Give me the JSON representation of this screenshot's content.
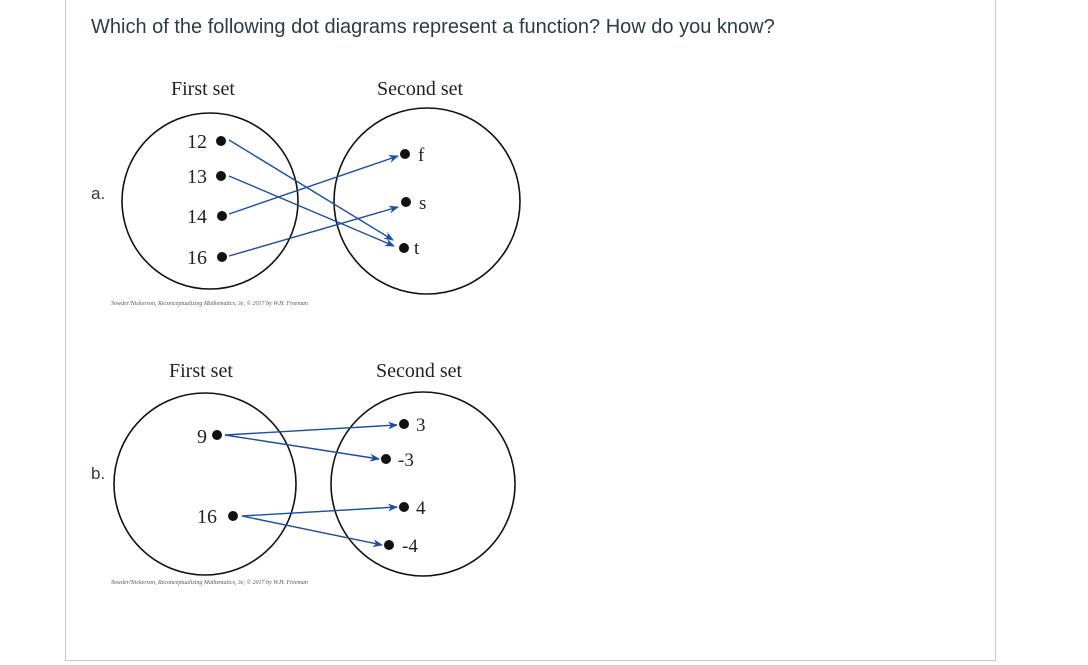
{
  "question": "Which of the following dot diagrams represent a function? How do you know?",
  "parts": [
    {
      "label": "a.",
      "first_set_title": "First set",
      "second_set_title": "Second set",
      "domain": [
        "12",
        "13",
        "14",
        "16"
      ],
      "range": [
        "f",
        "s",
        "t"
      ],
      "mappings": [
        [
          "12",
          "t"
        ],
        [
          "13",
          "t"
        ],
        [
          "14",
          "f"
        ],
        [
          "16",
          "s"
        ]
      ],
      "credit": "Sowder/Nickerson, Reconceptualizing Mathematics, 3e, © 2017 by W.H. Freeman"
    },
    {
      "label": "b.",
      "first_set_title": "First set",
      "second_set_title": "Second set",
      "domain": [
        "9",
        "16"
      ],
      "range": [
        "3",
        "-3",
        "4",
        "-4"
      ],
      "mappings": [
        [
          "9",
          "3"
        ],
        [
          "9",
          "-3"
        ],
        [
          "16",
          "4"
        ],
        [
          "16",
          "-4"
        ]
      ],
      "credit": "Sowder/Nickerson, Reconceptualizing Mathematics, 3e, © 2017 by W.H. Freeman"
    }
  ],
  "colors": {
    "arrow": "#1f4e9c",
    "text": "#2d3b45"
  }
}
